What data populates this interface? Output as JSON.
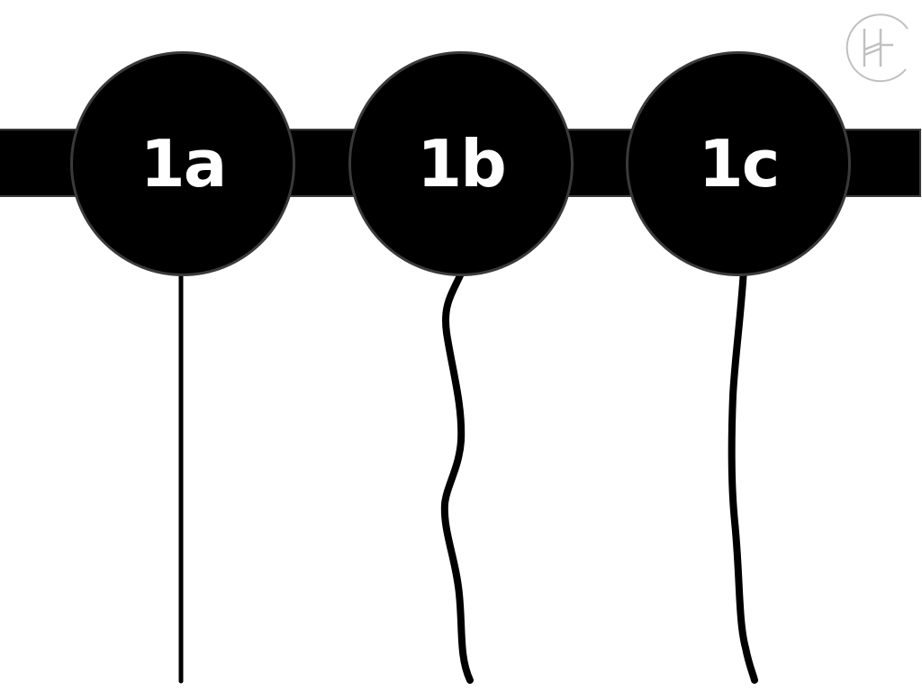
{
  "nodes": [
    {
      "id": "1a",
      "label": "1a",
      "tail": "straight"
    },
    {
      "id": "1b",
      "label": "1b",
      "tail": "wavy"
    },
    {
      "id": "1c",
      "label": "1c",
      "tail": "slightly-curved"
    }
  ],
  "logo": {
    "icon": "hh-monogram-icon",
    "color": "#c0c0c0"
  },
  "colors": {
    "background": "#ffffff",
    "fill": "#000000",
    "outline": "#3a3a3a",
    "label": "#ffffff"
  }
}
